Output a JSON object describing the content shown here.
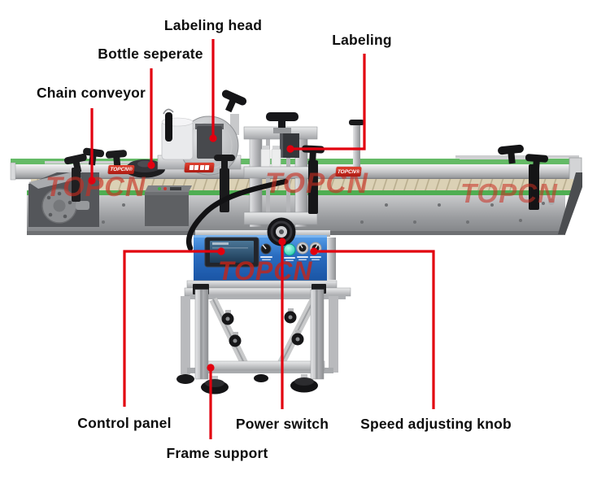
{
  "callouts": {
    "labeling_head": "Labeling head",
    "bottle_seperate": "Bottle seperate",
    "chain_conveyor": "Chain conveyor",
    "labeling": "Labeling",
    "control_panel": "Control panel",
    "power_switch": "Power switch",
    "speed_adjusting_knob": "Speed adjusting knob",
    "frame_support": "Frame support"
  },
  "branding": {
    "watermark": "TOPCN",
    "badge": "TOPCN®"
  },
  "colors": {
    "leader_line_red": "#e2000f",
    "watermark_red": "#c92d20",
    "badge_red": "#cf2b1f",
    "conveyor_green": "#55b257",
    "belt_tan": "#d9cfb2",
    "control_panel_blue": "#2e77cd",
    "start_button_teal": "#19cfae",
    "frame_aluminum": "#c6c7c9"
  }
}
